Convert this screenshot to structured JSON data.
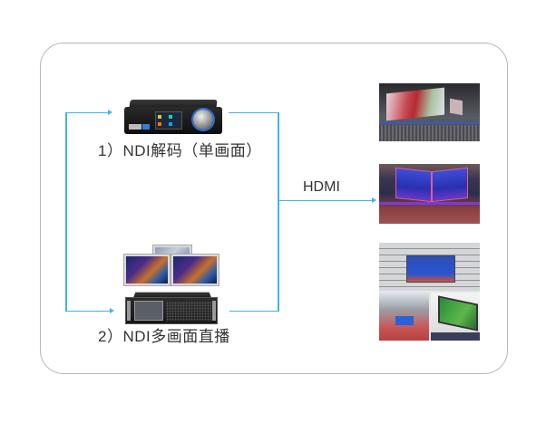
{
  "diagram": {
    "sources": [
      {
        "id": "ndi-decoder",
        "label": "1）NDI解码（单画面）",
        "device_icon": "ndi-decoder-device"
      },
      {
        "id": "ndi-multiview",
        "label": "2）NDI多画面直播",
        "device_icon": "ndi-multiview-server"
      }
    ],
    "connector": {
      "label": "HDMI",
      "color": "#3fb4ea"
    },
    "outputs": [
      {
        "id": "output-stadium-screen",
        "icon": "stadium-jumbotron-photo"
      },
      {
        "id": "output-arena-scoreboard",
        "icon": "arena-scoreboard-photo"
      },
      {
        "id": "output-outdoor-led-collage",
        "icon": "outdoor-led-screens-photo"
      }
    ],
    "frame_border_color": "#b8b8b8"
  }
}
